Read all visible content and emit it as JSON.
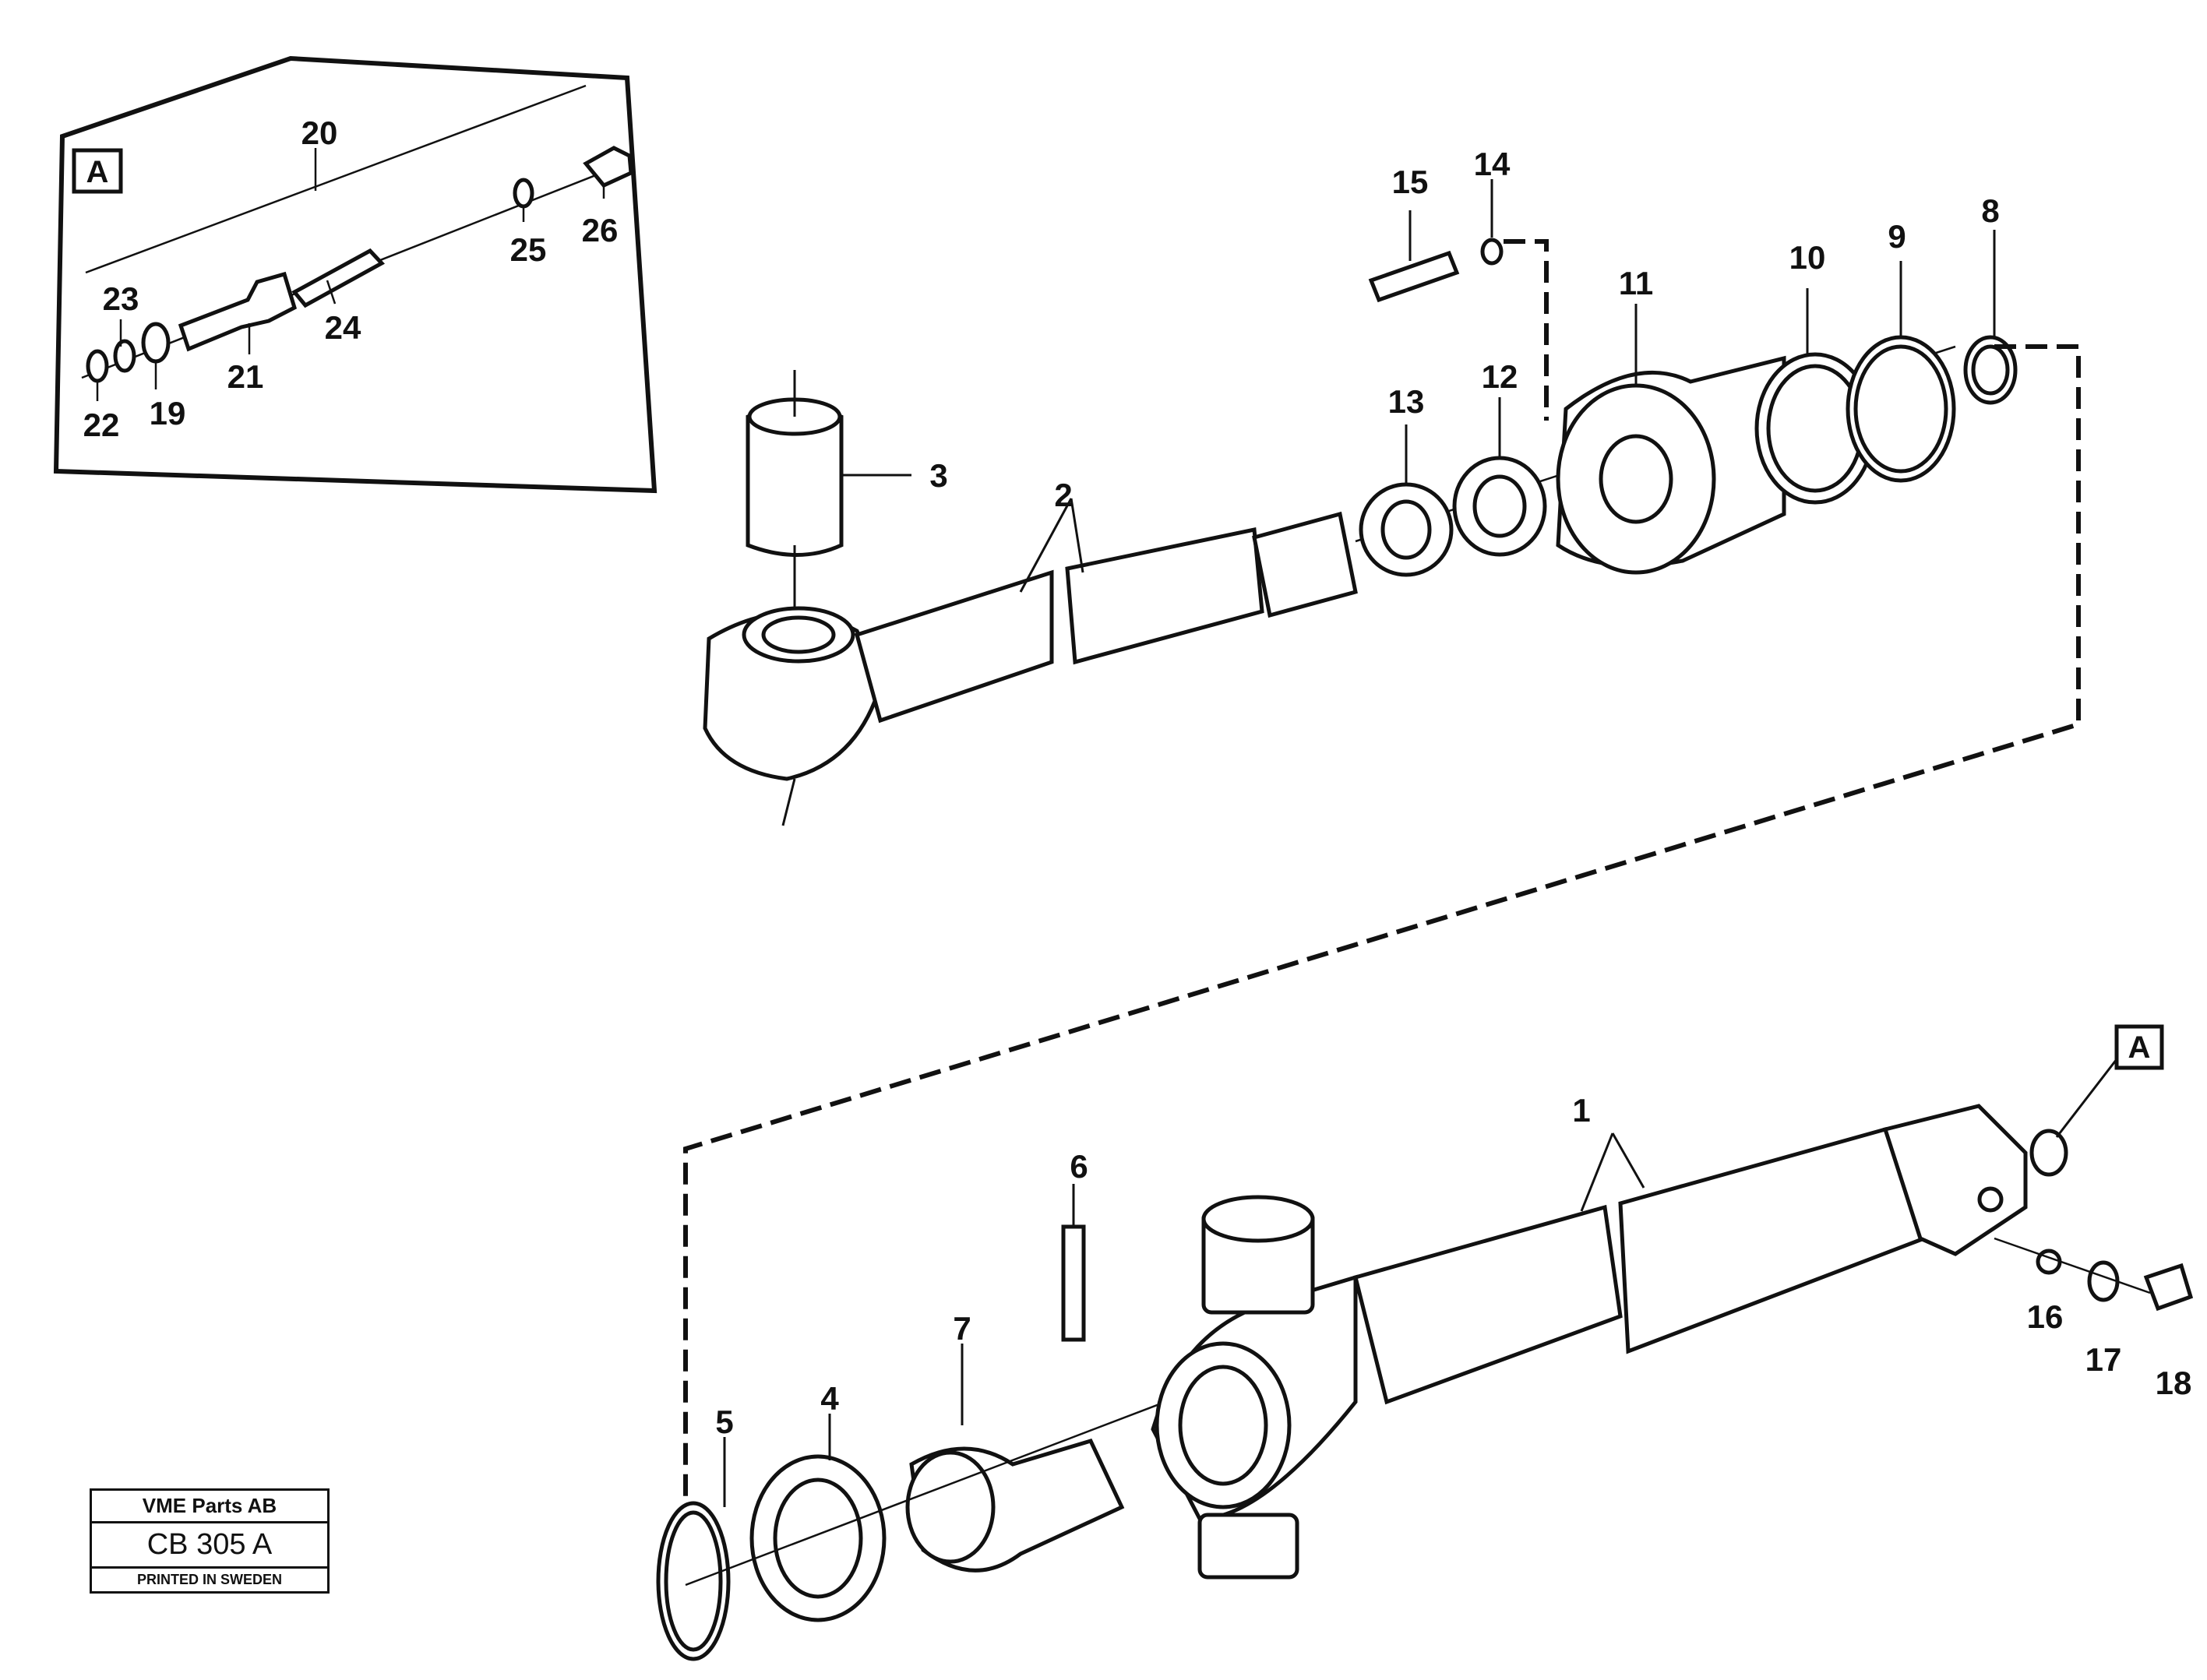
{
  "callouts": {
    "c1": "1",
    "c2": "2",
    "c3": "3",
    "c4": "4",
    "c5": "5",
    "c6": "6",
    "c7": "7",
    "c8": "8",
    "c9": "9",
    "c10": "10",
    "c11": "11",
    "c12": "12",
    "c13": "13",
    "c14": "14",
    "c15": "15",
    "c16": "16",
    "c17": "17",
    "c18": "18",
    "c19": "19",
    "c20": "20",
    "c21": "21",
    "c22": "22",
    "c23": "23",
    "c24": "24",
    "c25": "25",
    "c26": "26"
  },
  "detail_marker": "A",
  "stamp": {
    "company": "VME Parts AB",
    "code": "CB 305 A",
    "printed": "PRINTED IN SWEDEN"
  }
}
